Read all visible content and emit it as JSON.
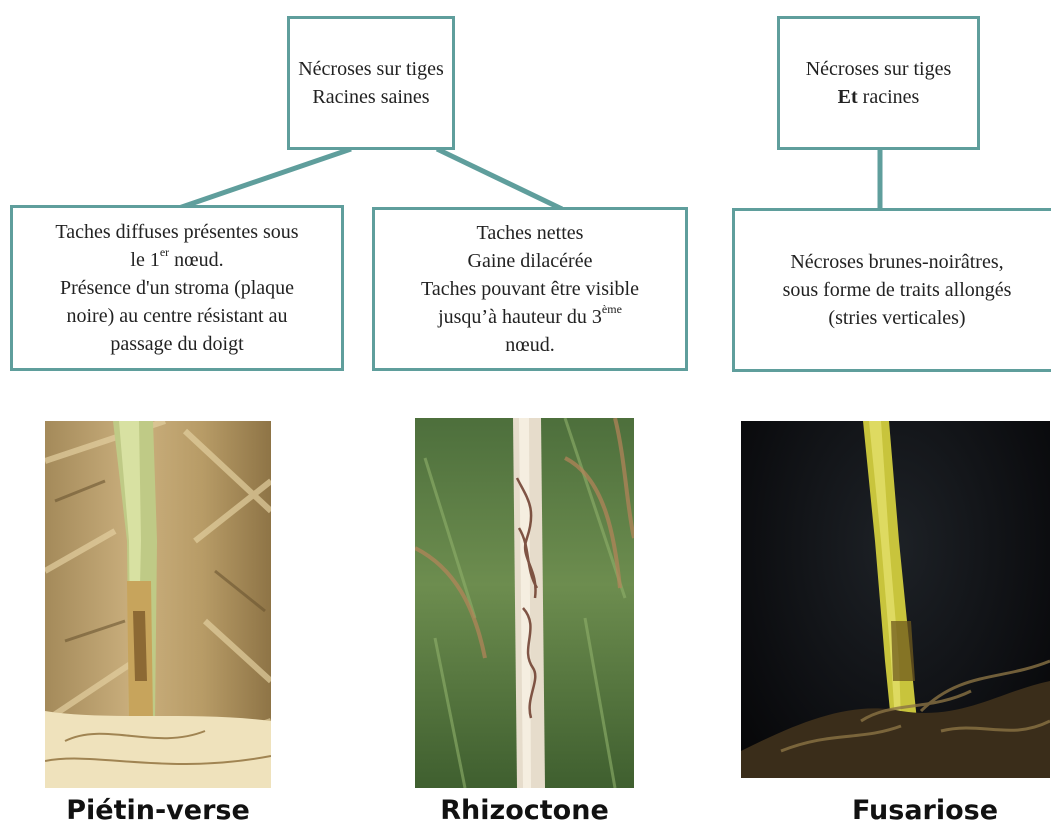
{
  "boxes": {
    "top_left": {
      "line1": "Nécroses sur tiges",
      "line2": "Racines saines"
    },
    "top_right": {
      "line1": "Nécroses sur tiges",
      "line2_bold": "Et",
      "line2_rest": " racines"
    },
    "mid_left": {
      "line1": "Taches diffuses présentes sous",
      "line2_pre": "le 1",
      "line2_sup": "er",
      "line2_post": " nœud.",
      "line3": "Présence d'un stroma (plaque",
      "line4": "noire) au centre résistant au",
      "line5": "passage du doigt"
    },
    "mid_center": {
      "line1": "Taches nettes",
      "line2": "Gaine dilacérée",
      "line3": "Taches pouvant être visible",
      "line4_pre": "jusqu’à hauteur du 3",
      "line4_sup": "ème",
      "line5": "nœud."
    },
    "mid_right": {
      "line1": "Nécroses brunes-noirâtres,",
      "line2": "sous forme de traits allongés",
      "line3": "(stries verticales)"
    }
  },
  "captions": {
    "left": "Piétin-verse",
    "center": "Rhizoctone",
    "right": "Fusariose"
  },
  "colors": {
    "border": "#5f9e9c",
    "connector": "#5f9e9c",
    "text": "#222222"
  }
}
